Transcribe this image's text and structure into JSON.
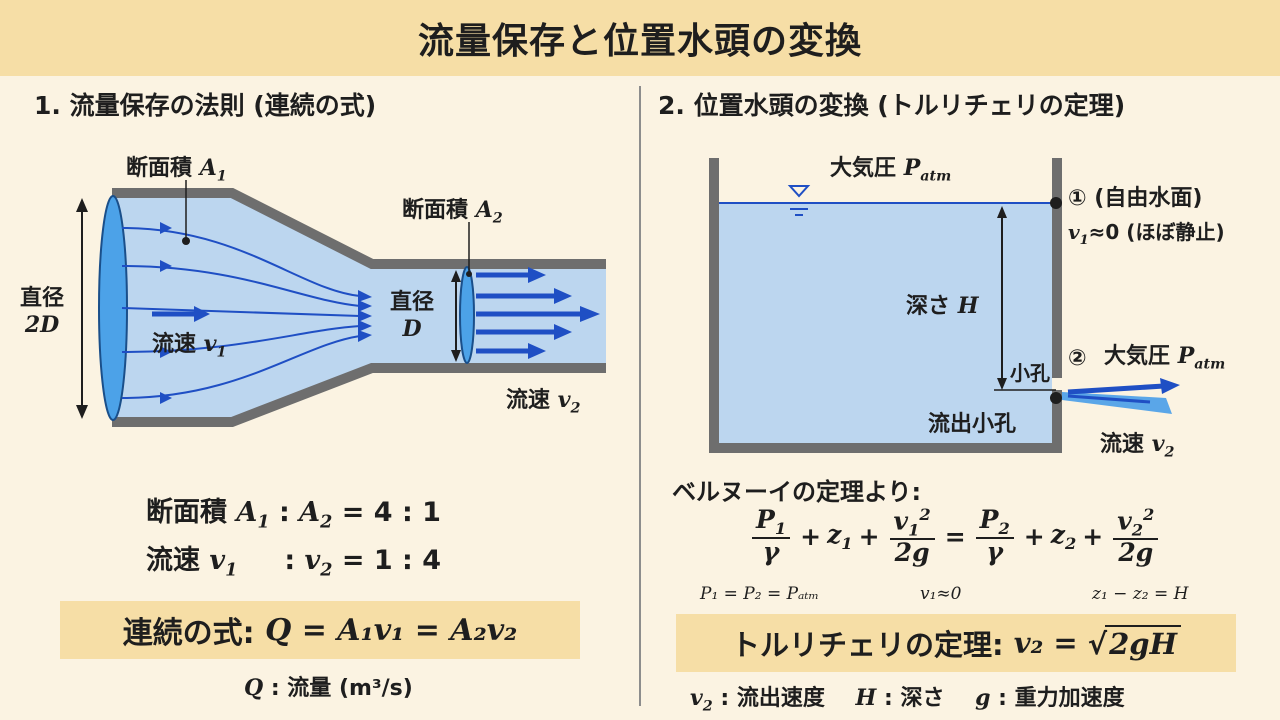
{
  "title": "流量保存と位置水頭の変換",
  "left": {
    "heading": "1. 流量保存の法則 (連続の式)",
    "label_a1": "断面積",
    "sym_a1": "A",
    "sub_1": "1",
    "label_a2": "断面積",
    "sym_a2": "A",
    "sub_2": "2",
    "diameter_big_label": "直径",
    "diameter_big_sym": "2D",
    "diameter_small_label": "直径",
    "diameter_small_sym": "D",
    "velocity1_label": "流速",
    "velocity2_label": "流速",
    "sym_v": "v",
    "ratio_area_label": "断面積",
    "ratio_area_values": ": 4 : 1",
    "ratio_vel_label": "流速",
    "ratio_vel_values": ": 1 : 4",
    "continuity_label": "連続の式:",
    "continuity_eq": "Q = A₁v₁ = A₂v₂",
    "q_sym": "Q",
    "q_note": ": 流量 (m³/s)"
  },
  "right": {
    "heading": "2. 位置水頭の変換 (トルリチェリの定理)",
    "atm_label": "大気圧",
    "atm_sym": "P",
    "atm_sub": "atm",
    "point1": "① (自由水面)",
    "point1_cond": "≈0 (ほぼ静止)",
    "depth_label": "深さ",
    "depth_sym": "H",
    "hole_label": "小孔",
    "point2": "②",
    "outlet_label": "流出小孔",
    "velocity_label": "流速",
    "bernoulli_label": "ベルヌーイの定理より:",
    "cond1": "P₁ = P₂ = Pₐₜₘ",
    "cond2": "v₁≈0",
    "cond3": "z₁ − z₂ = H",
    "torricelli_label": "トルリチェリの定理:",
    "torricelli_eq_lhs": "v₂ =",
    "torricelli_eq_root": "2gH",
    "legend_v2": ": 流出速度",
    "legend_h": ": 深さ",
    "legend_g": ": 重力加速度",
    "sym_g": "g"
  },
  "colors": {
    "background": "#fbf3e2",
    "highlight": "#f6dea6",
    "water": "#bcd6ef",
    "arrow": "#1f4fc4",
    "wall": "#6e6e6e"
  }
}
